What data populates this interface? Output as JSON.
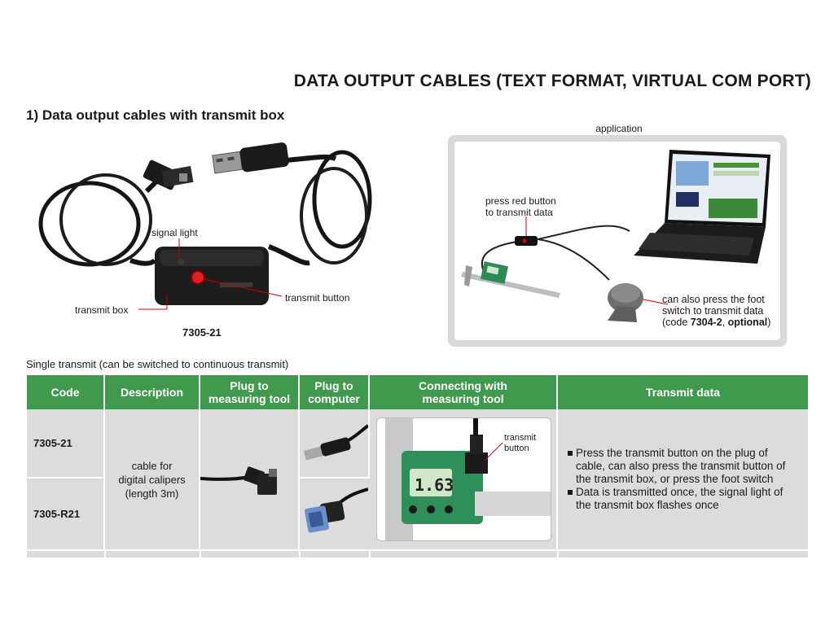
{
  "page_title": "DATA OUTPUT CABLES (TEXT FORMAT, VIRTUAL COM PORT)",
  "section_heading": "1)  Data output cables with transmit box",
  "product_photo": {
    "signal_light_label": "signal light",
    "transmit_button_label": "transmit button",
    "transmit_box_label": "transmit box",
    "model": "7305-21"
  },
  "application": {
    "label": "application",
    "press_red_button_line1": "press red button",
    "press_red_button_line2": "to transmit data",
    "foot_switch_line1": "can also press the foot",
    "foot_switch_line2": "switch to transmit data",
    "code_prefix": "(code ",
    "code": "7304-2",
    "code_sep": ", ",
    "optional": "optional",
    "code_suffix": ")"
  },
  "single_transmit_note": "Single transmit (can be switched to continuous transmit)",
  "table": {
    "headers": {
      "code": "Code",
      "description": "Description",
      "plug_tool_1": "Plug to",
      "plug_tool_2": "measuring tool",
      "plug_computer_1": "Plug to",
      "plug_computer_2": "computer",
      "connecting_1": "Connecting with",
      "connecting_2": "measuring tool",
      "transmit_data": "Transmit data"
    },
    "codes": [
      "7305-21",
      "7305-R21"
    ],
    "description": [
      "cable for",
      "digital calipers",
      "(length 3m)"
    ],
    "caliper_callout_1": "transmit",
    "caliper_callout_2": "button",
    "caliper_reading": "1.63",
    "transmit_bullets": [
      "Press the transmit button on the plug of cable, can also press the transmit button of the transmit box, or press the foot switch",
      "Data is transmitted once, the signal light of the transmit box flashes once"
    ]
  }
}
